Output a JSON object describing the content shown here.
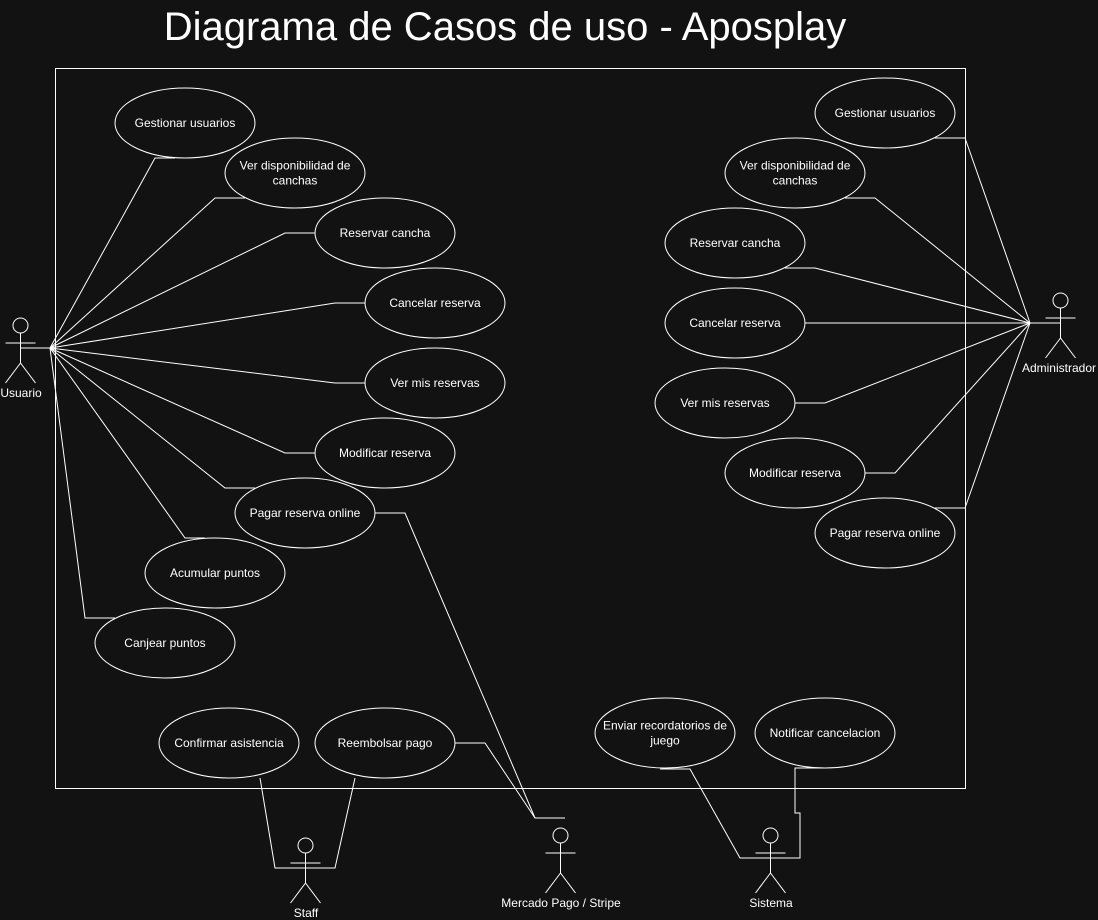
{
  "title": "Diagrama de Casos de uso - Aposplay",
  "colors": {
    "background": "#121212",
    "stroke": "#ffffff",
    "text": "#ffffff"
  },
  "actors": {
    "usuario": "Usuario",
    "administrador": "Administrador",
    "staff": "Staff",
    "mercado_pago": "Mercado Pago / Stripe",
    "sistema": "Sistema"
  },
  "usuario_cases": [
    [
      "Gestionar usuarios"
    ],
    [
      "Ver disponibilidad de",
      "canchas"
    ],
    [
      "Reservar cancha"
    ],
    [
      "Cancelar reserva"
    ],
    [
      "Ver mis reservas"
    ],
    [
      "Modificar reserva"
    ],
    [
      "Pagar reserva online"
    ],
    [
      "Acumular puntos"
    ],
    [
      "Canjear puntos"
    ]
  ],
  "admin_cases": [
    [
      "Gestionar usuarios"
    ],
    [
      "Ver disponibilidad de",
      "canchas"
    ],
    [
      "Reservar cancha"
    ],
    [
      "Cancelar reserva"
    ],
    [
      "Ver mis reservas"
    ],
    [
      "Modificar reserva"
    ],
    [
      "Pagar reserva online"
    ]
  ],
  "staff_cases": [
    [
      "Confirmar asistencia"
    ],
    [
      "Reembolsar pago"
    ]
  ],
  "sistema_cases": [
    [
      "Enviar recordatorios de",
      "juego"
    ],
    [
      "Notificar cancelacion"
    ]
  ]
}
